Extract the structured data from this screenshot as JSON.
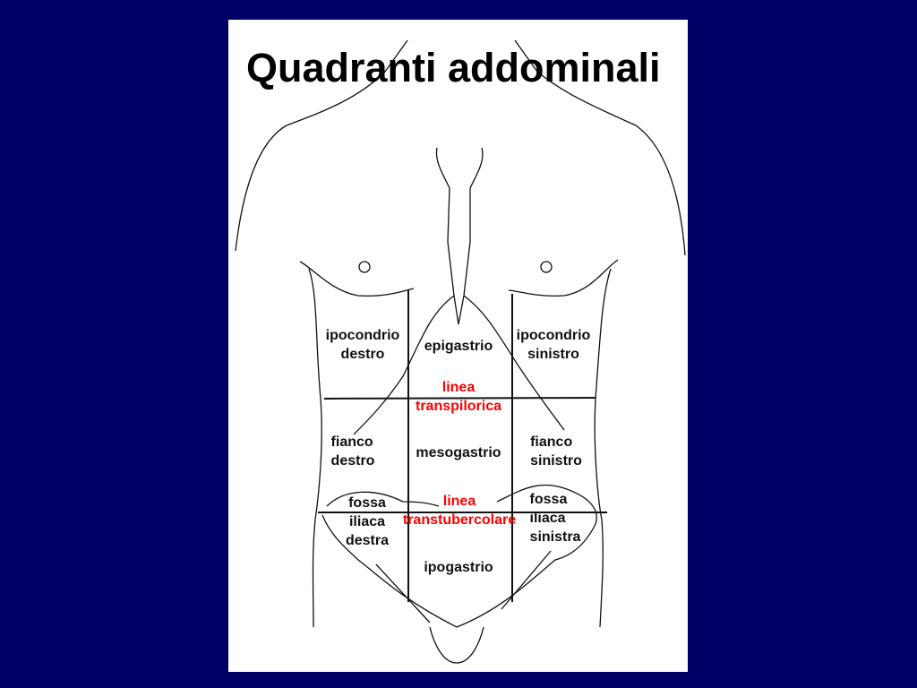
{
  "slide": {
    "title": "Quadranti addominali",
    "colors": {
      "background": "#000066",
      "panel": "#ffffff",
      "line_label": "#ff0000",
      "text": "#111111"
    }
  },
  "regions": {
    "ipocondrio_destro": [
      "ipocondrio",
      "destro"
    ],
    "epigastrio": "epigastrio",
    "ipocondrio_sinistro": [
      "ipocondrio",
      "sinistro"
    ],
    "fianco_destro": [
      "fianco",
      "destro"
    ],
    "mesogastrio": "mesogastrio",
    "fianco_sinistro": [
      "fianco",
      "sinistro"
    ],
    "fossa_iliaca_destra": [
      "fossa",
      "iliaca",
      "destra"
    ],
    "ipogastrio": "ipogastrio",
    "fossa_iliaca_sinistra": [
      "fossa",
      "iliaca",
      "sinistra"
    ]
  },
  "lines": {
    "transpilorica": [
      "linea",
      "transpilorica"
    ],
    "transtubercolare": [
      "linea",
      "transtubercolare"
    ]
  }
}
